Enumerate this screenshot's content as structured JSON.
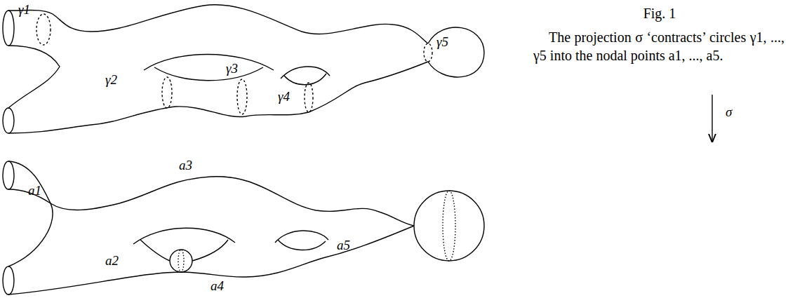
{
  "diagram": {
    "title": "Fig. 1",
    "caption": "The projection σ ‘contracts’ circles γ1, ..., γ5 into the nodal points a1, ..., a5.",
    "labels": [
      "γ1",
      "γ2",
      "γ3",
      "γ4",
      "γ5",
      "σ",
      "a1",
      "a2",
      "a3",
      "a4",
      "a5"
    ]
  }
}
